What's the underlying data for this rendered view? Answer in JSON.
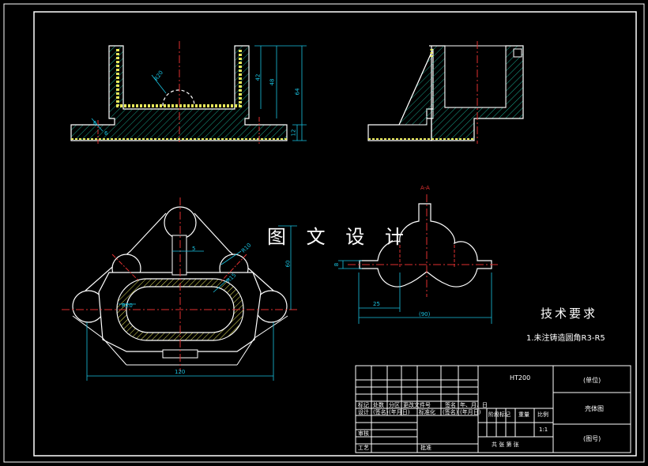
{
  "watermark": "图 文 设 计",
  "section_label": "A-A",
  "tech_requirements": {
    "title": "技术要求",
    "item1": "1.未注铸造圆角R3-R5"
  },
  "dimensions": {
    "d_r20": "R20",
    "d_42": "42",
    "d_48": "48",
    "d_64": "64",
    "d_12": "12",
    "d_6a": "6",
    "d_6b": "6",
    "d_5": "5",
    "d_r10": "R10",
    "d_60": "60",
    "d_r15": "R15",
    "d_r20b": "R20",
    "d_120": "120",
    "d_8": "8",
    "d_25": "25",
    "d_90": "(90)"
  },
  "title_block": {
    "material": "HT200",
    "unit": "(单位)",
    "drawing_name": "壳体图",
    "drawing_no": "(图号)",
    "scale_value": "1:1",
    "row_mark": [
      "标记",
      "处数",
      "分区",
      "更改文件号",
      "签名",
      "年、月、日"
    ],
    "row_design": [
      "设计",
      "(签名)",
      "(年月日)",
      "标准化",
      "(签名)",
      "(年月日)"
    ],
    "review": "审核",
    "process": "工艺",
    "approve": "批准",
    "stage_mark": "阶段标记",
    "weight": "重量",
    "scale": "比例",
    "sheets": "共 张 第 张"
  }
}
